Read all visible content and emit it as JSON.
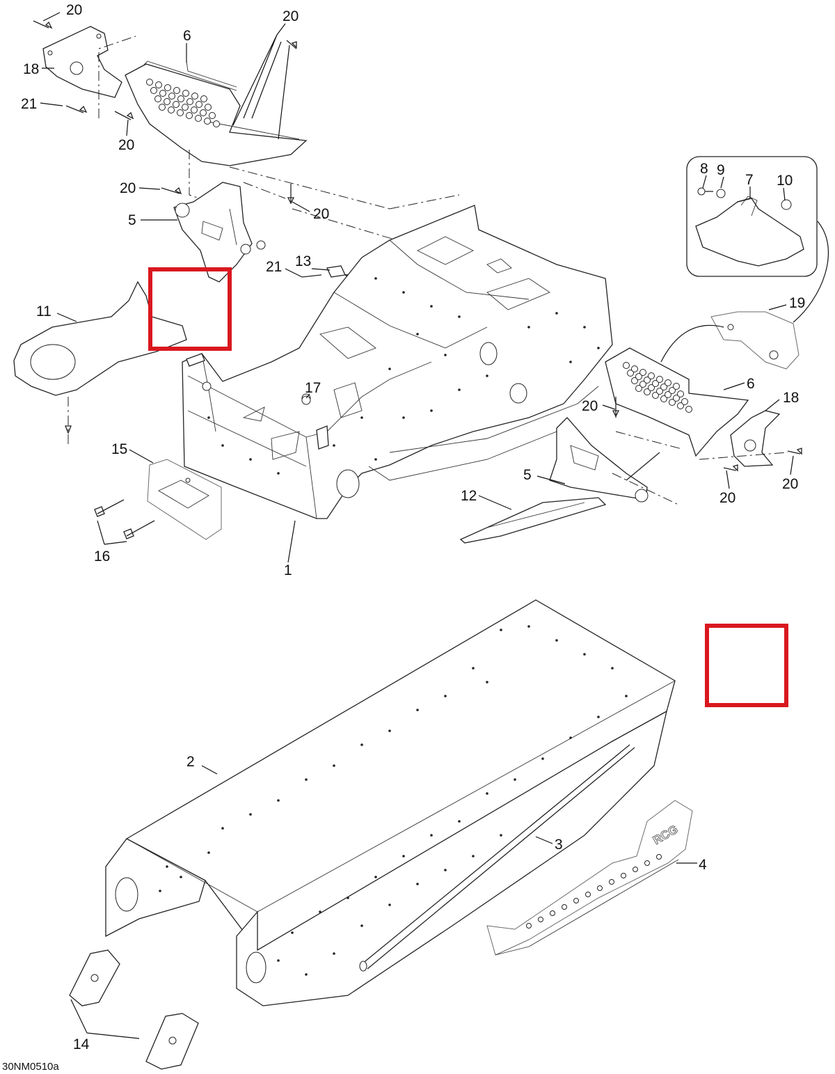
{
  "diagram": {
    "figure_ref": "30NM0510a",
    "logo_text": "RCG",
    "callouts": [
      {
        "id": "c20a",
        "label": "20"
      },
      {
        "id": "c20b",
        "label": "20"
      },
      {
        "id": "c6a",
        "label": "6"
      },
      {
        "id": "c18a",
        "label": "18"
      },
      {
        "id": "c21a",
        "label": "21"
      },
      {
        "id": "c20c",
        "label": "20"
      },
      {
        "id": "c20d",
        "label": "20"
      },
      {
        "id": "c5a",
        "label": "5"
      },
      {
        "id": "c20e",
        "label": "20"
      },
      {
        "id": "c8",
        "label": "8"
      },
      {
        "id": "c9",
        "label": "9"
      },
      {
        "id": "c7",
        "label": "7"
      },
      {
        "id": "c10",
        "label": "10"
      },
      {
        "id": "c21b",
        "label": "21"
      },
      {
        "id": "c13",
        "label": "13"
      },
      {
        "id": "c11",
        "label": "11"
      },
      {
        "id": "c19",
        "label": "19"
      },
      {
        "id": "c17",
        "label": "17"
      },
      {
        "id": "c6b",
        "label": "6"
      },
      {
        "id": "c18b",
        "label": "18"
      },
      {
        "id": "c20f",
        "label": "20"
      },
      {
        "id": "c15",
        "label": "15"
      },
      {
        "id": "c5b",
        "label": "5"
      },
      {
        "id": "c20g",
        "label": "20"
      },
      {
        "id": "c20h",
        "label": "20"
      },
      {
        "id": "c12",
        "label": "12"
      },
      {
        "id": "c16",
        "label": "16"
      },
      {
        "id": "c1",
        "label": "1"
      },
      {
        "id": "c2",
        "label": "2"
      },
      {
        "id": "c3",
        "label": "3"
      },
      {
        "id": "c4",
        "label": "4"
      },
      {
        "id": "c14",
        "label": "14"
      }
    ],
    "highlight_color": "#d9181f"
  }
}
